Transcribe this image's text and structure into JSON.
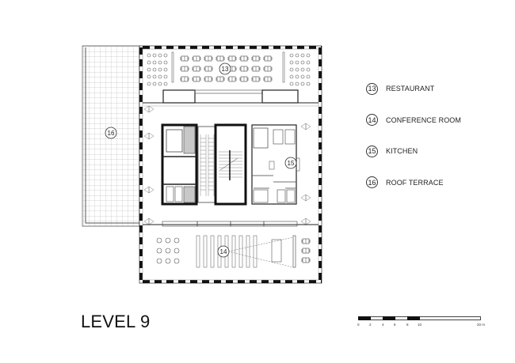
{
  "drawing": {
    "title": "LEVEL 9",
    "type": "architectural floor plan"
  },
  "legend": {
    "items": [
      {
        "number": "13",
        "label": "RESTAURANT"
      },
      {
        "number": "14",
        "label": "CONFERENCE ROOM"
      },
      {
        "number": "15",
        "label": "KITCHEN"
      },
      {
        "number": "16",
        "label": "ROOF TERRACE"
      }
    ]
  },
  "plan_labels": {
    "restaurant": "13",
    "conference": "14",
    "kitchen": "15",
    "terrace": "16"
  },
  "scale_bar": {
    "ticks": [
      "0",
      "2",
      "4",
      "6",
      "8",
      "10",
      "20 m"
    ]
  },
  "colors": {
    "line": "#222222",
    "grey_fill": "#c8c8c8",
    "background": "#ffffff"
  }
}
